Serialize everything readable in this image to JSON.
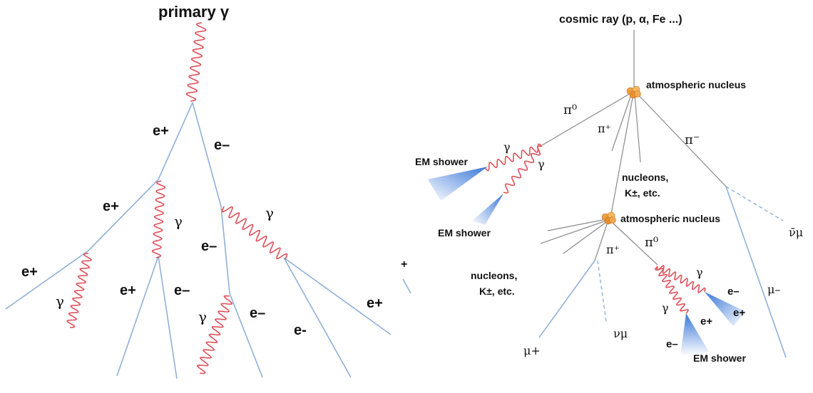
{
  "left_diagram": {
    "title": "primary γ",
    "labels": {
      "e_plus_1": "e+",
      "e_minus_1": "e–",
      "e_plus_2": "e+",
      "gamma_1": "γ",
      "e_minus_2": "e–",
      "gamma_2": "γ",
      "e_plus_3": "e+",
      "gamma_3": "γ",
      "e_plus_4": "e+",
      "e_minus_3": "e–",
      "gamma_4": "γ",
      "e_minus_4": "e–",
      "e_minus_5": "e-",
      "e_plus_5": "e+",
      "cut_plus": "+"
    }
  },
  "right_diagram": {
    "title": "cosmic ray (p, α, Fe ...)",
    "labels": {
      "atmos_nucleus_1": "atmospheric nucleus",
      "pi0_1": "π⁰",
      "pi_plus_1": "π⁺",
      "pi_minus": "π⁻",
      "gamma_a": "γ",
      "gamma_b": "γ",
      "em_shower_1": "EM shower",
      "em_shower_2": "EM shower",
      "nucleons_1_line1": "nucleons,",
      "nucleons_1_line2": "K±,  etc.",
      "atmos_nucleus_2": "atmospheric nucleus",
      "nu_mu_bar": "ν̄μ",
      "pi0_2": "π⁰",
      "pi_plus_2": "π⁺",
      "nucleons_2_line1": "nucleons,",
      "nucleons_2_line2": "K±,  etc.",
      "gamma_c": "γ",
      "gamma_d": "γ",
      "e_minus_a": "e–",
      "e_plus_a": "e+",
      "e_plus_b": "e+",
      "mu_minus": "μ–",
      "e_minus_b": "e–",
      "mu_plus": "μ+",
      "nu_mu": "νμ",
      "em_shower_3": "EM shower"
    }
  },
  "colors": {
    "track_blue": "#8fb0d8",
    "photon_red": "#e0505a",
    "hadron_gray": "#8a8a8a",
    "nucleus_orange": "#f0a040"
  }
}
